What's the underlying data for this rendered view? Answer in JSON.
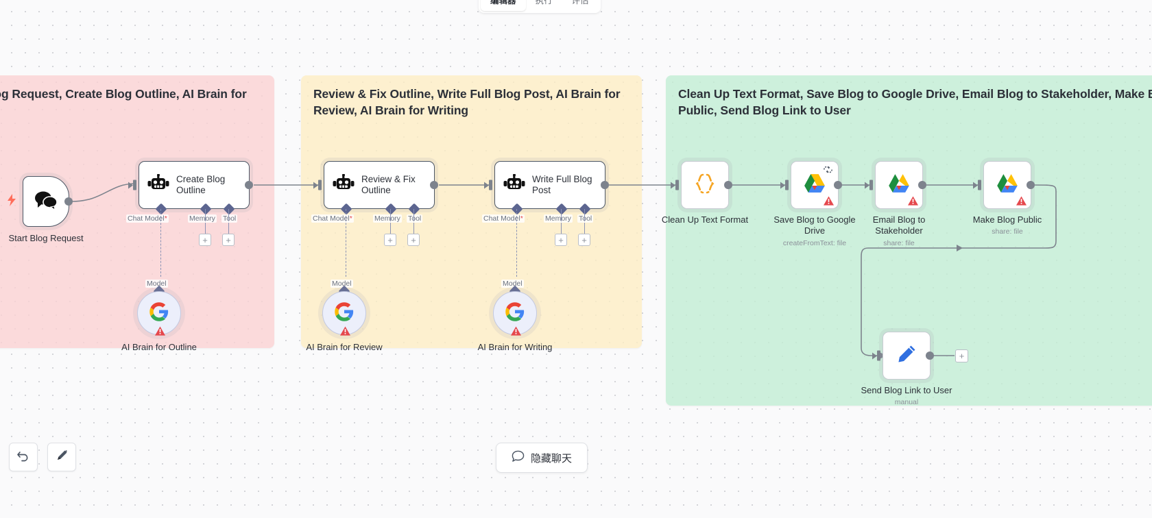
{
  "tabs": [
    {
      "label": "编辑器",
      "active": true
    },
    {
      "label": "执行",
      "active": false
    },
    {
      "label": "评估",
      "active": false
    }
  ],
  "groups": [
    {
      "id": "pink",
      "title": "Start Blog Request, Create Blog Outline, AI Brain for Outline",
      "color": "#fbdadb"
    },
    {
      "id": "yellow",
      "title": "Review & Fix Outline, Write Full Blog Post, AI Brain for Review, AI Brain for Writing",
      "color": "#fdf0cf"
    },
    {
      "id": "green",
      "title": "Clean Up Text Format, Save Blog to Google Drive, Email Blog to Stakeholder, Make Blog Public, Send Blog Link to User",
      "color": "#cdf0dc"
    }
  ],
  "nodes": {
    "start": {
      "label": "Start Blog Request",
      "icon": "chat-bubbles-icon"
    },
    "create_outline": {
      "title": "Create Blog Outline",
      "icon": "robot-icon",
      "ports": [
        {
          "label": "Chat Model",
          "required": true
        },
        {
          "label": "Memory",
          "required": false
        },
        {
          "label": "Tool",
          "required": false
        }
      ]
    },
    "review_outline": {
      "title": "Review & Fix Outline",
      "icon": "robot-icon",
      "ports": [
        {
          "label": "Chat Model",
          "required": true
        },
        {
          "label": "Memory",
          "required": false
        },
        {
          "label": "Tool",
          "required": false
        }
      ]
    },
    "write_post": {
      "title": "Write Full Blog Post",
      "icon": "robot-icon",
      "ports": [
        {
          "label": "Chat Model",
          "required": true
        },
        {
          "label": "Memory",
          "required": false
        },
        {
          "label": "Tool",
          "required": false
        }
      ]
    },
    "ai_brain_outline": {
      "label": "AI Brain for Outline",
      "icon": "google-g-icon",
      "connector_label": "Model",
      "warning": true
    },
    "ai_brain_review": {
      "label": "AI Brain for Review",
      "icon": "google-g-icon",
      "connector_label": "Model",
      "warning": true
    },
    "ai_brain_writing": {
      "label": "AI Brain for Writing",
      "icon": "google-g-icon",
      "connector_label": "Model",
      "warning": true
    },
    "clean_up": {
      "label": "Clean Up Text Format",
      "sub": "",
      "icon": "code-braces-icon"
    },
    "save_drive": {
      "label": "Save Blog to Google Drive",
      "sub": "createFromText: file",
      "icon": "google-drive-icon",
      "warning": true,
      "retry": true
    },
    "email_blog": {
      "label": "Email Blog to Stakeholder",
      "sub": "share: file",
      "icon": "google-drive-icon",
      "warning": true
    },
    "make_public": {
      "label": "Make Blog Public",
      "sub": "share: file",
      "icon": "google-drive-icon",
      "warning": true
    },
    "send_link": {
      "label": "Send Blog Link to User",
      "sub": "manual",
      "icon": "pencil-icon"
    }
  },
  "controls": {
    "undo": "undo-icon",
    "tidy": "tidy-up-icon",
    "hide_chat_label": "隐藏聊天",
    "hide_chat_icon": "chat-icon"
  },
  "colors": {
    "pink": "#fbdadb",
    "yellow": "#fdf0cf",
    "green": "#cdf0dc",
    "canvas": "#fafafb",
    "edge": "#7d838d",
    "accent_warning": "#e5484d"
  }
}
